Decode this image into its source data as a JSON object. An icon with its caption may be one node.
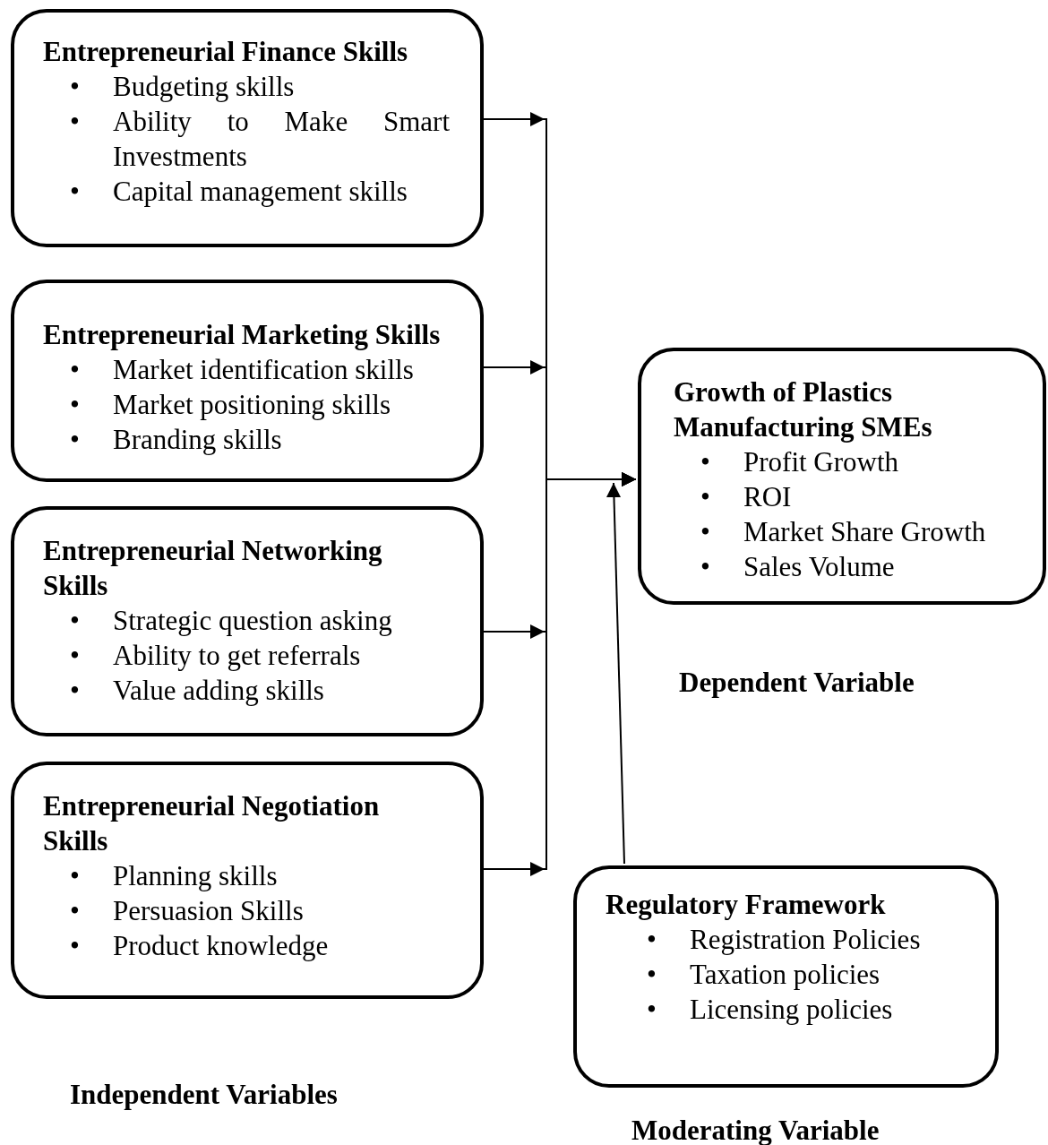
{
  "diagram": {
    "nodes": [
      {
        "text": [
          "Entrepreneurial Finance Skills",
          "• Budgeting skills",
          "• Ability to Make Smart Investments",
          "• Capital management skills"
        ]
      },
      {
        "text": [
          "Entrepreneurial Marketing Skills",
          "• Market identification skills",
          "• Market positioning skills",
          "• Branding skills"
        ]
      },
      {
        "text": [
          "Entrepreneurial Networking Skills",
          "• Strategic question asking",
          "• Ability to get referrals",
          "• Value adding skills"
        ]
      },
      {
        "text": [
          "Entrepreneurial Negotiation Skills",
          "• Planning skills",
          "• Persuasion Skills",
          "• Product knowledge"
        ]
      },
      {
        "text": [
          "Growth of Plastics Manufacturing SMEs",
          "• Profit Growth",
          "• ROI",
          "• Market Share Growth",
          "• Sales Volume"
        ]
      },
      {
        "text": [
          "Regulatory Framework",
          "• Registration Policies",
          "• Taxation policies",
          "• Licensing policies"
        ]
      }
    ],
    "edges": [
      {
        "from": 0,
        "to": 4,
        "arrow": "to"
      },
      {
        "from": 1,
        "to": 4,
        "arrow": "to"
      },
      {
        "from": 2,
        "to": 4,
        "arrow": "to"
      },
      {
        "from": 3,
        "to": 4,
        "arrow": "to"
      },
      {
        "from": 5,
        "to": 4,
        "arrow": "to"
      }
    ],
    "labels": [
      "Dependent Variable",
      "Independent Variables",
      "Moderating Variable"
    ]
  }
}
